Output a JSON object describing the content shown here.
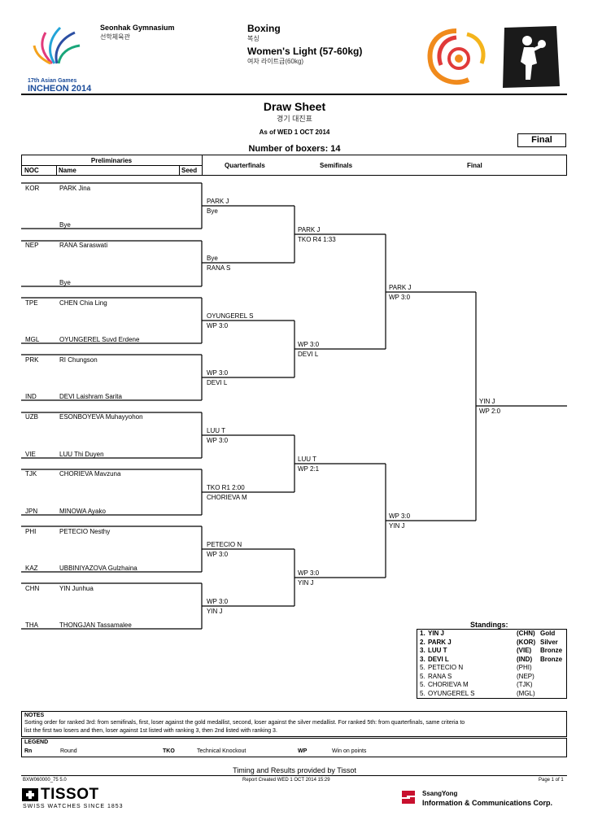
{
  "header": {
    "venue": "Seonhak Gymnasium",
    "venue_kr": "선학체육관",
    "sport": "Boxing",
    "sport_kr": "복싱",
    "event": "Women's Light (57-60kg)",
    "event_kr": "여자 라이트급(60kg)",
    "games_line1": "17th Asian Games",
    "games_line2": "INCHEON 2014"
  },
  "title": {
    "main": "Draw Sheet",
    "kr": "경기 대진표",
    "as_of": "As of WED 1 OCT 2014",
    "boxers": "Number of boxers: 14",
    "phase_box": "Final"
  },
  "columns": {
    "preliminaries": "Preliminaries",
    "noc": "NOC",
    "name": "Name",
    "seed": "Seed",
    "quarterfinals": "Quarterfinals",
    "semifinals": "Semifinals",
    "final": "Final"
  },
  "draw": [
    {
      "noc": "KOR",
      "name": "PARK Jina"
    },
    {
      "noc": "",
      "name": "Bye"
    },
    {
      "noc": "NEP",
      "name": "RANA Saraswati"
    },
    {
      "noc": "",
      "name": "Bye"
    },
    {
      "noc": "TPE",
      "name": "CHEN Chia Ling"
    },
    {
      "noc": "MGL",
      "name": "OYUNGEREL Suvd Erdene"
    },
    {
      "noc": "PRK",
      "name": "RI Chungson"
    },
    {
      "noc": "IND",
      "name": "DEVI Laishram Sarita"
    },
    {
      "noc": "UZB",
      "name": "ESONBOYEVA Muhayyohon"
    },
    {
      "noc": "VIE",
      "name": "LUU Thi Duyen"
    },
    {
      "noc": "TJK",
      "name": "CHORIEVA Mavzuna"
    },
    {
      "noc": "JPN",
      "name": "MINOWA Ayako"
    },
    {
      "noc": "PHI",
      "name": "PETECIO Nesthy"
    },
    {
      "noc": "KAZ",
      "name": "UBBINIYAZOVA Gulzhaina"
    },
    {
      "noc": "CHN",
      "name": "YIN Junhua"
    },
    {
      "noc": "THA",
      "name": "THONGJAN Tassamalee"
    }
  ],
  "round1": [
    {
      "top": "PARK J",
      "bottom": "Bye"
    },
    {
      "top": "Bye",
      "bottom": "RANA S"
    },
    {
      "top": "OYUNGEREL S",
      "bottom": "WP 3:0"
    },
    {
      "top": "WP 3:0",
      "bottom": "DEVI L"
    },
    {
      "top": "LUU T",
      "bottom": "WP 3:0"
    },
    {
      "top": "TKO R1 2:00",
      "bottom": "CHORIEVA M"
    },
    {
      "top": "PETECIO N",
      "bottom": "WP 3:0"
    },
    {
      "top": "WP 3:0",
      "bottom": "YIN J"
    }
  ],
  "quarterfinals": [
    {
      "top": "PARK J",
      "bottom": "TKO R4 1:33"
    },
    {
      "top": "WP 3:0",
      "bottom": "DEVI L"
    },
    {
      "top": "LUU T",
      "bottom": "WP 2:1"
    },
    {
      "top": "WP 3:0",
      "bottom": "YIN J"
    }
  ],
  "semifinals": [
    {
      "top": "PARK J",
      "bottom": "WP 3:0"
    },
    {
      "top": "WP 3:0",
      "bottom": "YIN J"
    }
  ],
  "final": {
    "top": "YIN J",
    "bottom": "WP 2:0"
  },
  "standings": {
    "title": "Standings:",
    "rows": [
      {
        "rank": "1.",
        "name": "YIN J",
        "noc": "(CHN)",
        "medal": "Gold",
        "bold": true
      },
      {
        "rank": "2.",
        "name": "PARK J",
        "noc": "(KOR)",
        "medal": "Silver",
        "bold": true
      },
      {
        "rank": "3.",
        "name": "LUU T",
        "noc": "(VIE)",
        "medal": "Bronze",
        "bold": true
      },
      {
        "rank": "3.",
        "name": "DEVI L",
        "noc": "(IND)",
        "medal": "Bronze",
        "bold": true
      },
      {
        "rank": "5.",
        "name": "PETECIO N",
        "noc": "(PHI)",
        "medal": "",
        "bold": false
      },
      {
        "rank": "5.",
        "name": "RANA S",
        "noc": "(NEP)",
        "medal": "",
        "bold": false
      },
      {
        "rank": "5.",
        "name": "CHORIEVA M",
        "noc": "(TJK)",
        "medal": "",
        "bold": false
      },
      {
        "rank": "5.",
        "name": "OYUNGEREL S",
        "noc": "(MGL)",
        "medal": "",
        "bold": false
      }
    ]
  },
  "notes": {
    "title": "NOTES",
    "line1": "Sorting order for ranked 3rd: from semifinals, first, loser against the gold medallist, second, loser against the silver medallist. For ranked 5th: from quarterfinals, same criteria to",
    "line2": "list the first two losers and then, loser against 1st listed with ranking 3, then 2nd listed with ranking 3."
  },
  "legend": {
    "title": "LEGEND",
    "items": [
      {
        "code": "Rn",
        "desc": "Round"
      },
      {
        "code": "TKO",
        "desc": "Technical Knockout"
      },
      {
        "code": "WP",
        "desc": "Win on points"
      }
    ]
  },
  "footer": {
    "timing": "Timing and Results provided by Tissot",
    "code": "BXW060000_75 5.0",
    "created": "Report Created  WED 1 OCT 2014 15:29",
    "page": "Page 1 of 1",
    "tissot": "TISSOT",
    "tissot_tag": "SWISS WATCHES SINCE 1853",
    "sponsor_line1": "SsangYong",
    "sponsor_line2": "Information & Communications Corp."
  }
}
